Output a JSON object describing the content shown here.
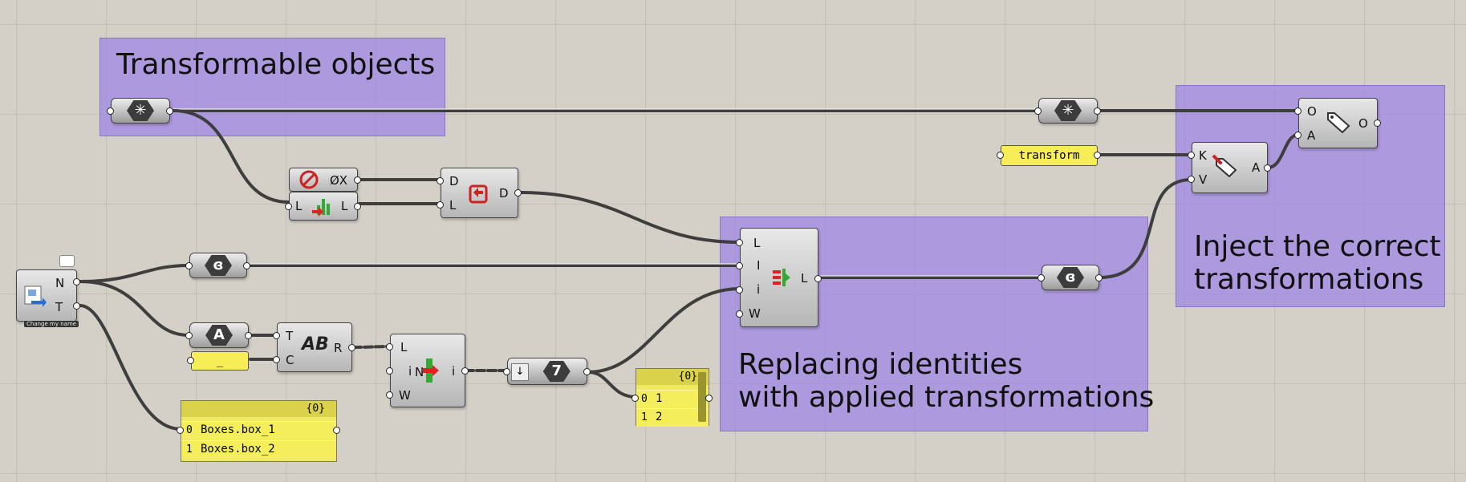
{
  "groups": {
    "transformable": {
      "title": "Transformable objects"
    },
    "replacing": {
      "title": "Replacing identities\nwith applied transformations"
    },
    "inject": {
      "title": "Inject the correct\ntransformations"
    }
  },
  "components": {
    "info_source": {
      "in_ports": [],
      "out_ports": [
        "N",
        "T"
      ],
      "caption": "Change my name"
    },
    "null_check": {
      "out_port": "ØX"
    },
    "list_length_item": {
      "in_port": "L",
      "out_port": "L"
    },
    "dispatch": {
      "in_ports": [
        "D",
        "L"
      ],
      "out_port": "D"
    },
    "replace_items": {
      "in_ports": [
        "L",
        "I",
        "i",
        "W"
      ],
      "out_port": "L"
    },
    "text_fmt": {
      "in_ports": [
        "T",
        "C"
      ],
      "out_port": "R"
    },
    "member_index": {
      "in_ports": [
        "L",
        "N"
      ],
      "in_ports_w": "W",
      "out_port": "i"
    },
    "set_key": {
      "in_ports": [
        "K",
        "V"
      ],
      "out_port": "A"
    },
    "set_attr": {
      "in_ports": [
        "O",
        "A"
      ],
      "out_port": "O"
    }
  },
  "params": {
    "text_param_a": "A",
    "underscore_string": "_",
    "integer_param": "7",
    "transform_string": "transform"
  },
  "panels": {
    "names_panel": {
      "header": "{0}",
      "rows": [
        {
          "index": "0",
          "value": "Boxes.box_1"
        },
        {
          "index": "1",
          "value": "Boxes.box_2"
        }
      ]
    },
    "index_panel": {
      "header": "{0}",
      "rows": [
        {
          "index": "0",
          "value": "1"
        },
        {
          "index": "1",
          "value": "2"
        }
      ]
    }
  },
  "colors": {
    "canvas": "#d4d0c8",
    "group": "#9e84e6",
    "panel": "#f5ee5c",
    "wire": "#404040"
  }
}
